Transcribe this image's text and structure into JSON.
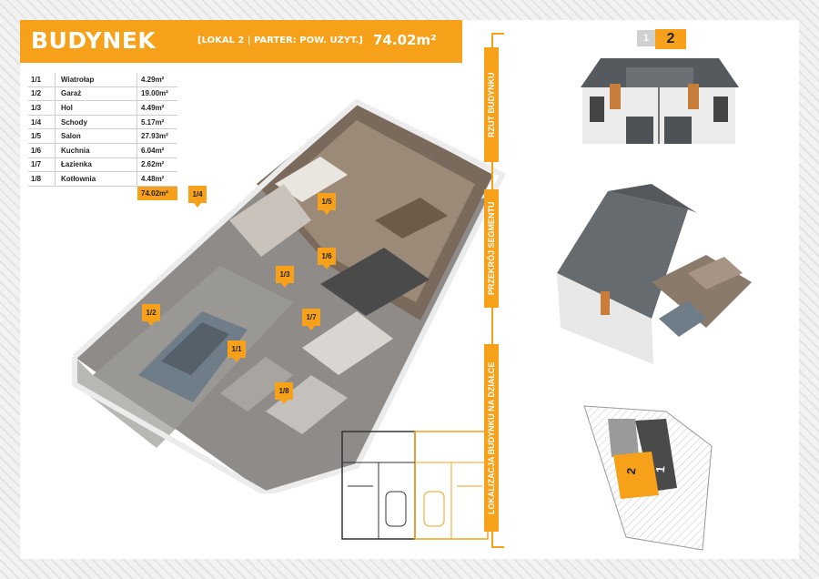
{
  "header": {
    "title": "BUDYNEK",
    "subtitle": "[LOKAL 2 | PARTER: POW. UŻYT.]",
    "total_area": "74.02m²"
  },
  "rooms": [
    {
      "id": "1/1",
      "name": "Wiatrołap",
      "area": "4.29m²"
    },
    {
      "id": "1/2",
      "name": "Garaż",
      "area": "19.00m²"
    },
    {
      "id": "1/3",
      "name": "Hol",
      "area": "4.49m²"
    },
    {
      "id": "1/4",
      "name": "Schody",
      "area": "5.17m²"
    },
    {
      "id": "1/5",
      "name": "Salon",
      "area": "27.93m²"
    },
    {
      "id": "1/6",
      "name": "Kuchnia",
      "area": "6.04m²"
    },
    {
      "id": "1/7",
      "name": "Łazienka",
      "area": "2.62m²"
    },
    {
      "id": "1/8",
      "name": "Kotłownia",
      "area": "4.48m²"
    }
  ],
  "room_total": "74.02m²",
  "plan_pins": [
    "1/1",
    "1/2",
    "1/3",
    "1/4",
    "1/5",
    "1/6",
    "1/7",
    "1/8"
  ],
  "side_labels": {
    "elevation": "RZUT BUDYNKU",
    "section": "PRZEKRÓJ SEGMENTU",
    "site": "LOKALIZACJA BUDYNKU NA DZIAŁCE"
  },
  "unit_numbers": {
    "other": "1",
    "current": "2"
  },
  "site_numbers": {
    "current": "2",
    "other": "1"
  },
  "colors": {
    "accent": "#f7a11a",
    "roof": "#555a5e",
    "wall": "#ececec",
    "wood": "#c97d3a"
  }
}
